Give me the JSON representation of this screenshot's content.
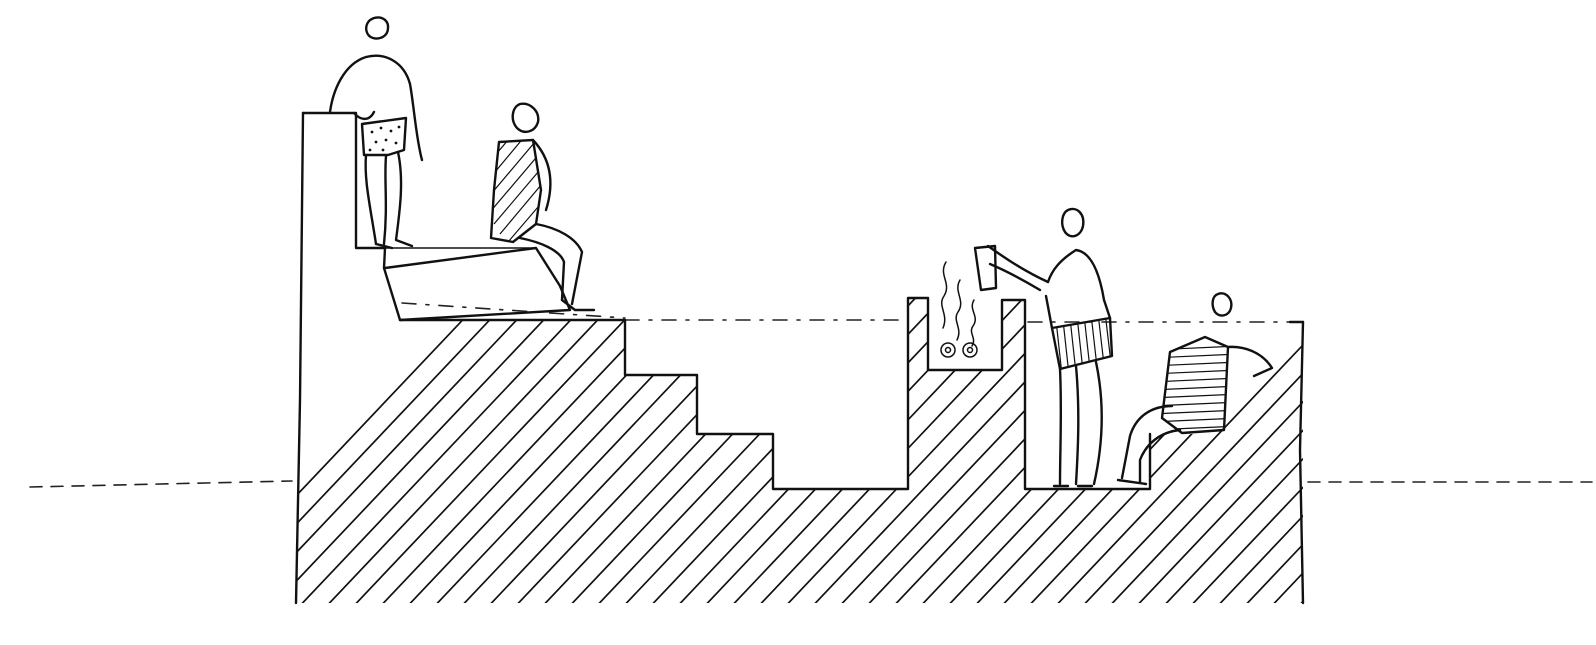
{
  "drawing": {
    "style": "black-ink line sketch",
    "ink_color": "#111111",
    "paper_color": "#ffffff",
    "figures": [
      "standing-bather",
      "seated-bather",
      "bather-with-bucket",
      "reclining-bather"
    ],
    "features": [
      "upper-terrace",
      "ledge-bench",
      "descending-steps",
      "sauna-stove-with-steam",
      "pool-basin",
      "water-level-line",
      "ground-level-line"
    ]
  }
}
